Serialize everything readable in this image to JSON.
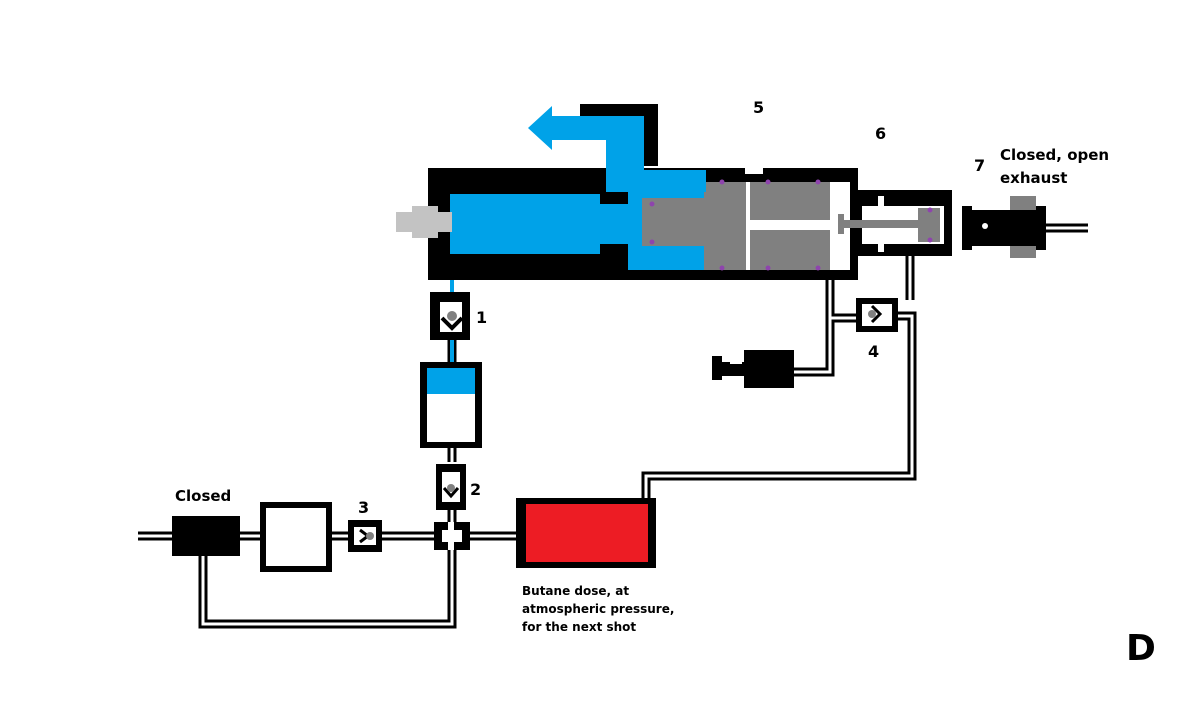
{
  "labels": {
    "n1": "1",
    "n2": "2",
    "n3": "3",
    "n4": "4",
    "n5": "5",
    "n6": "6",
    "n7": "7",
    "closed_left": "Closed",
    "closed_right_l1": "Closed, open",
    "closed_right_l2": "exhaust",
    "butane_l1": "Butane dose, at",
    "butane_l2": "atmospheric pressure,",
    "butane_l3": "for the next shot",
    "panel": "D"
  },
  "colors": {
    "pipe": "#000000",
    "gas_blue": "#00a2e8",
    "butane_red": "#ed1c24",
    "piston_gray": "#808080",
    "seal_purple": "#8e44ad",
    "nozzle_gray": "#c3c3c3"
  },
  "icons": {
    "check_valve": "check-valve-icon",
    "seal": "o-ring-dot"
  }
}
